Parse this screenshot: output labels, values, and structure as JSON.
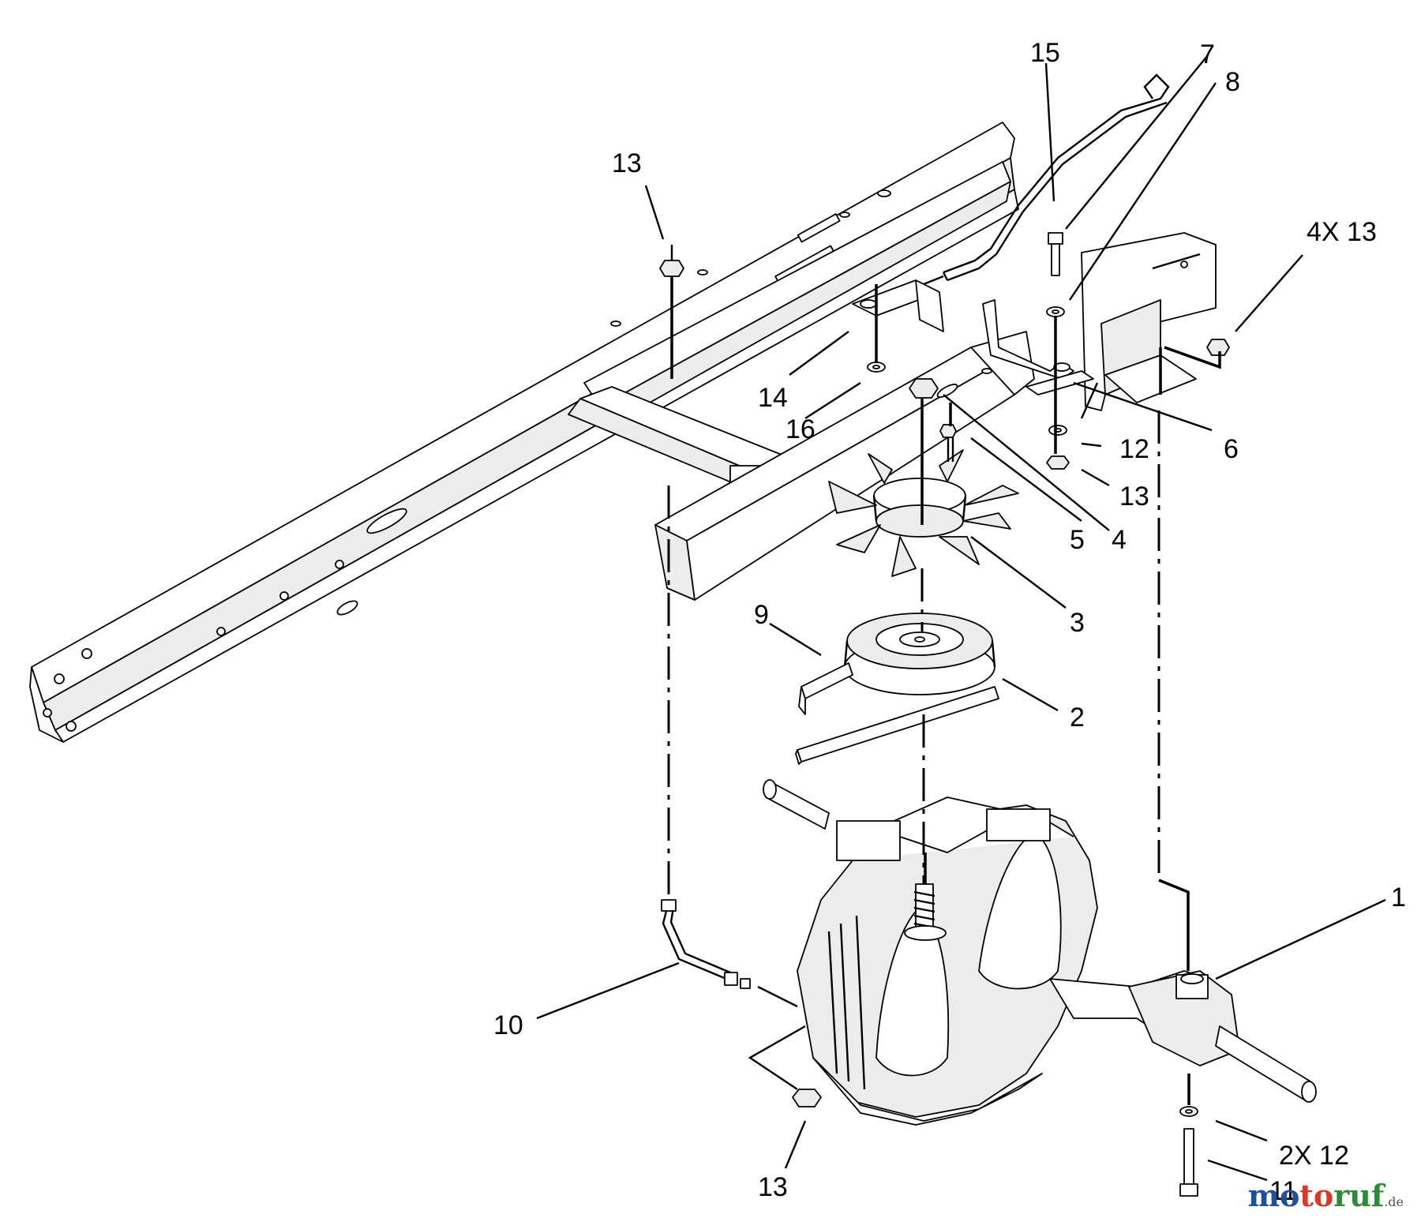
{
  "callouts": {
    "c1": "1",
    "c2": "2",
    "c3": "3",
    "c4": "4",
    "c5": "5",
    "c6": "6",
    "c7": "7",
    "c8": "8",
    "c9": "9",
    "c10": "10",
    "c11": "11",
    "c12": "12",
    "c13_top": "13",
    "c13_mid": "13",
    "c13_bottom": "13",
    "c4x13": "4X 13",
    "c14": "14",
    "c15": "15",
    "c16": "16",
    "c2x12": "2X 12"
  },
  "watermark": {
    "text": "motoruf",
    "suffix": ".de"
  }
}
